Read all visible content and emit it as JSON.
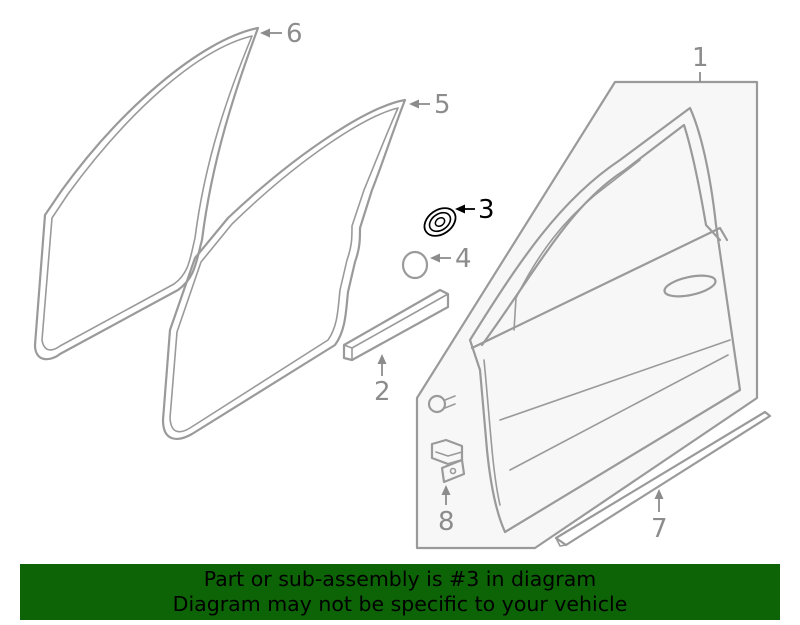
{
  "callouts": {
    "c1": "1",
    "c2": "2",
    "c3": "3",
    "c4": "4",
    "c5": "5",
    "c6": "6",
    "c7": "7",
    "c8": "8"
  },
  "highlighted_part": "3",
  "colors": {
    "line_gray": "#9a9a9a",
    "label_gray": "#8c8c8c",
    "highlight": "#000000",
    "banner_bg": "#0d6406"
  },
  "banner": {
    "line1": "Part or sub-assembly is #3 in diagram",
    "line2": "Diagram may not be specific to your vehicle"
  }
}
